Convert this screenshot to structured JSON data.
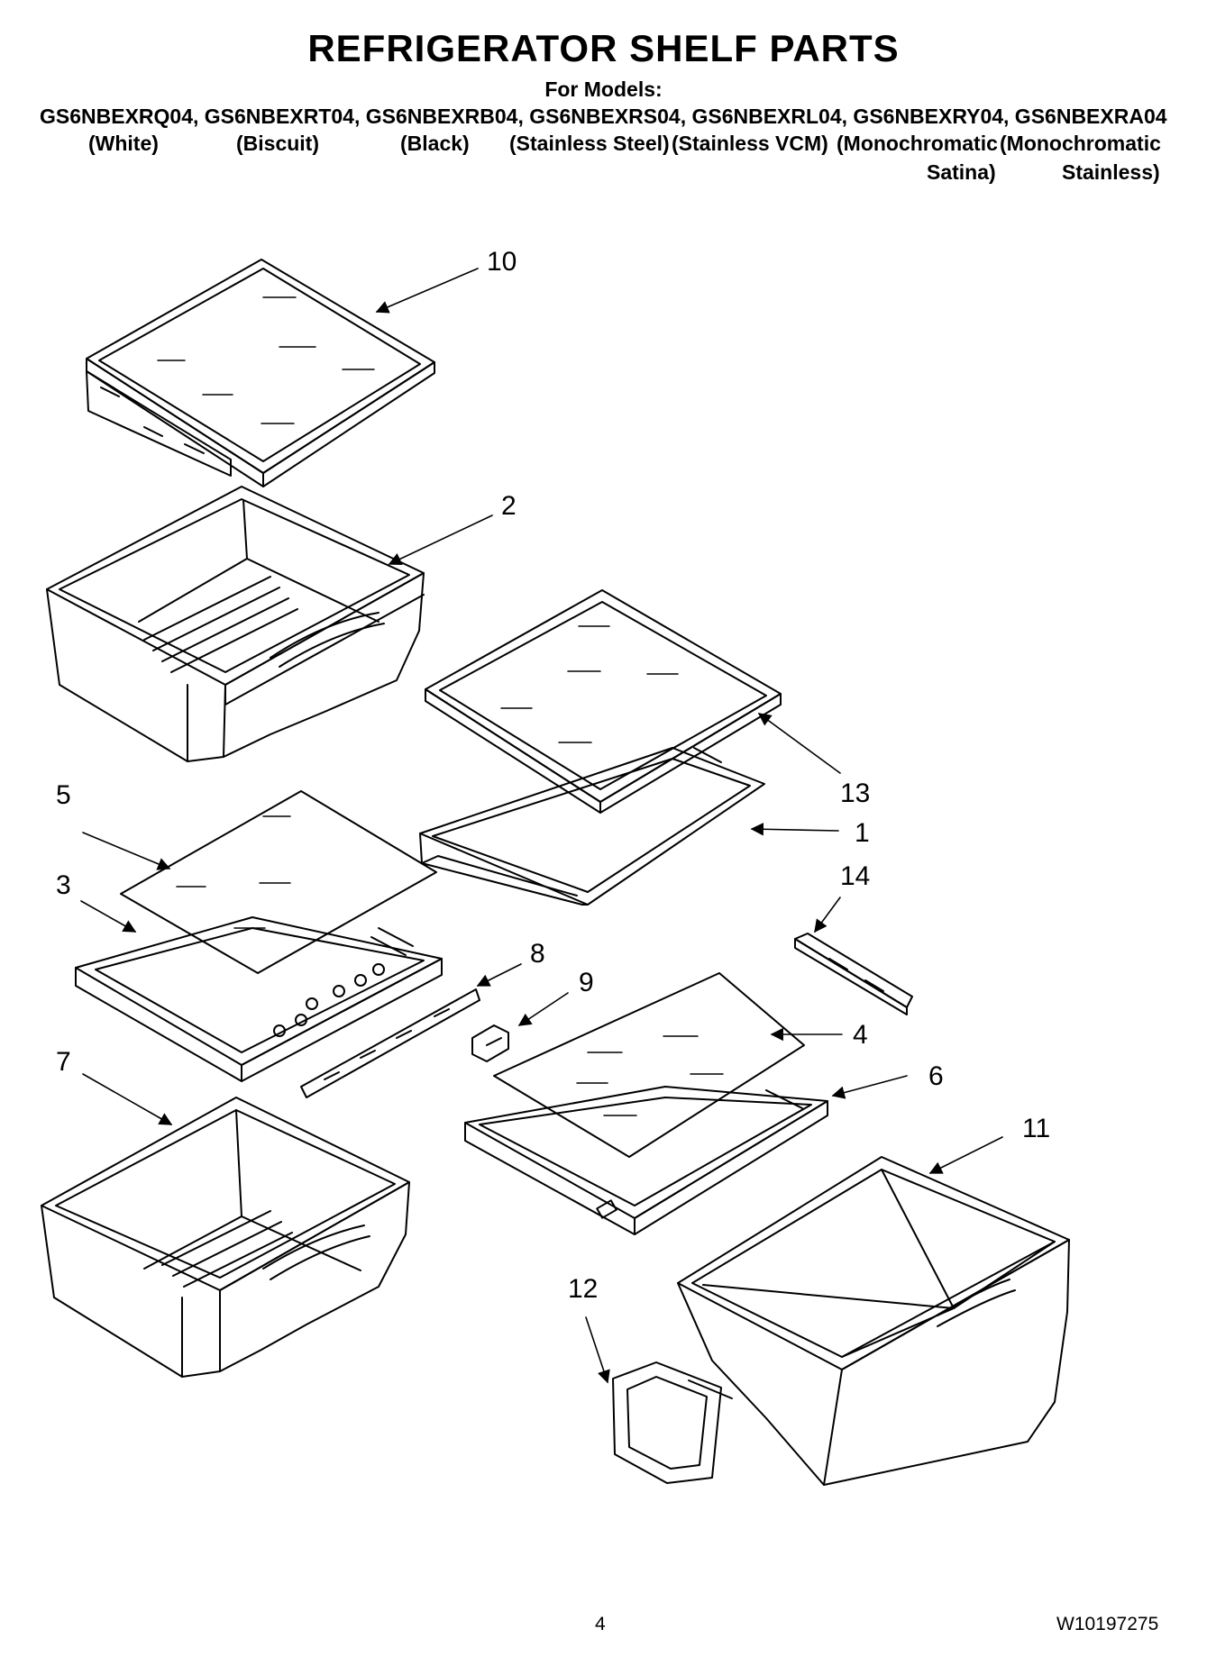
{
  "header": {
    "title": "REFRIGERATOR SHELF PARTS",
    "for_models": "For Models:",
    "models": "GS6NBEXRQ04, GS6NBEXRT04, GS6NBEXRB04, GS6NBEXRS04, GS6NBEXRL04, GS6NBEXRY04, GS6NBEXRA04",
    "variants": [
      "(White)",
      "(Biscuit)",
      "(Black)",
      "(Stainless Steel)",
      "(Stainless VCM)",
      "(Monochromatic",
      "(Monochromatic"
    ],
    "variants_cont": [
      "Satina)",
      "Stainless)"
    ]
  },
  "callouts": [
    "10",
    "2",
    "13",
    "1",
    "5",
    "3",
    "14",
    "8",
    "9",
    "4",
    "6",
    "7",
    "11",
    "12"
  ],
  "footer": {
    "page_number": "4",
    "doc_number": "W10197275"
  }
}
